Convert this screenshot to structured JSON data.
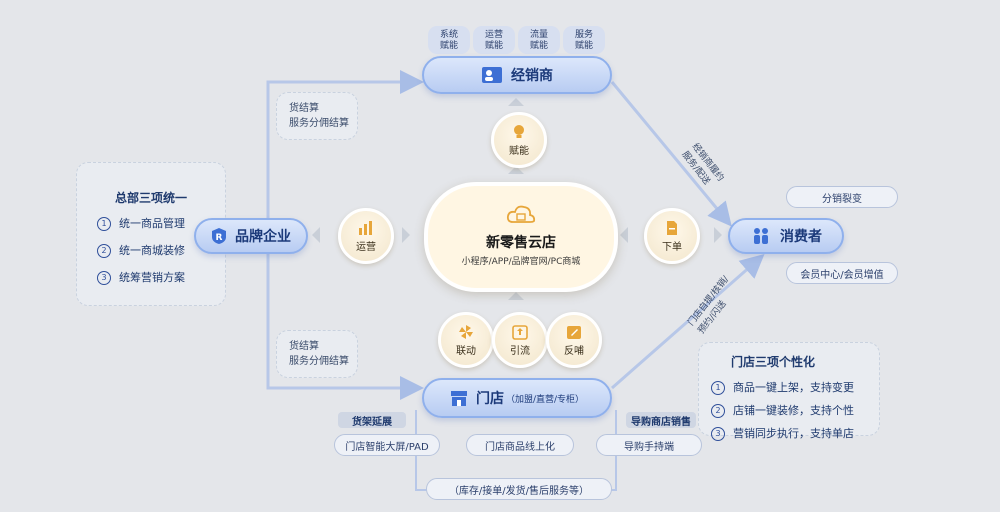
{
  "top_tags": [
    {
      "l1": "系统",
      "l2": "赋能"
    },
    {
      "l1": "运营",
      "l2": "赋能"
    },
    {
      "l1": "流量",
      "l2": "赋能"
    },
    {
      "l1": "服务",
      "l2": "赋能"
    }
  ],
  "distributor": {
    "label": "经销商",
    "icon": "person-card-icon"
  },
  "brand": {
    "label": "品牌企业",
    "icon": "shield-r-icon"
  },
  "consumer": {
    "label": "消费者",
    "icon": "people-icon"
  },
  "store": {
    "label": "门店",
    "sub": "（加盟/直营/专柜）",
    "icon": "store-icon"
  },
  "center": {
    "title": "新零售云店",
    "subtitle": "小程序/APP/品牌官网/PC商城",
    "icon": "cloud-shop-icon"
  },
  "circles": {
    "empower": {
      "label": "赋能",
      "icon": "bulb-icon"
    },
    "operate": {
      "label": "运营",
      "icon": "bar-chart-icon"
    },
    "order": {
      "label": "下单",
      "icon": "doc-icon"
    },
    "link": {
      "label": "联动",
      "icon": "pinwheel-icon"
    },
    "traffic": {
      "label": "引流",
      "icon": "upload-box-icon"
    },
    "feedback": {
      "label": "反哺",
      "icon": "edit-icon"
    }
  },
  "settle_top": {
    "l1": "货结算",
    "l2": "服务分佣结算"
  },
  "settle_bottom": {
    "l1": "货结算",
    "l2": "服务分佣结算"
  },
  "hq": {
    "title": "总部三项统一",
    "items": [
      {
        "n": "1",
        "text": "统一商品管理"
      },
      {
        "n": "2",
        "text": "统一商城装修"
      },
      {
        "n": "3",
        "text": "统筹营销方案"
      }
    ]
  },
  "store3": {
    "title": "门店三项个性化",
    "items": [
      {
        "n": "1",
        "text": "商品一键上架，支持变更"
      },
      {
        "n": "2",
        "text": "店铺一键装修，支持个性"
      },
      {
        "n": "3",
        "text": "营销同步执行，支持单店"
      }
    ]
  },
  "consumer_tags": {
    "split": "分销裂变",
    "member": "会员中心/会员增值"
  },
  "diag_labels": {
    "upper": {
      "l1": "经销商履约",
      "l2": "服务/配送"
    },
    "lower": {
      "l1": "门店自提/核销/",
      "l2": "预约/闪送"
    }
  },
  "bottom": {
    "shelf_ext": "货架延展",
    "guide_sales": "导购商店销售",
    "screen": "门店智能大屏/PAD",
    "online": "门店商品线上化",
    "guide_device": "导购手持端",
    "services": "（库存/接单/发货/售后服务等）"
  }
}
